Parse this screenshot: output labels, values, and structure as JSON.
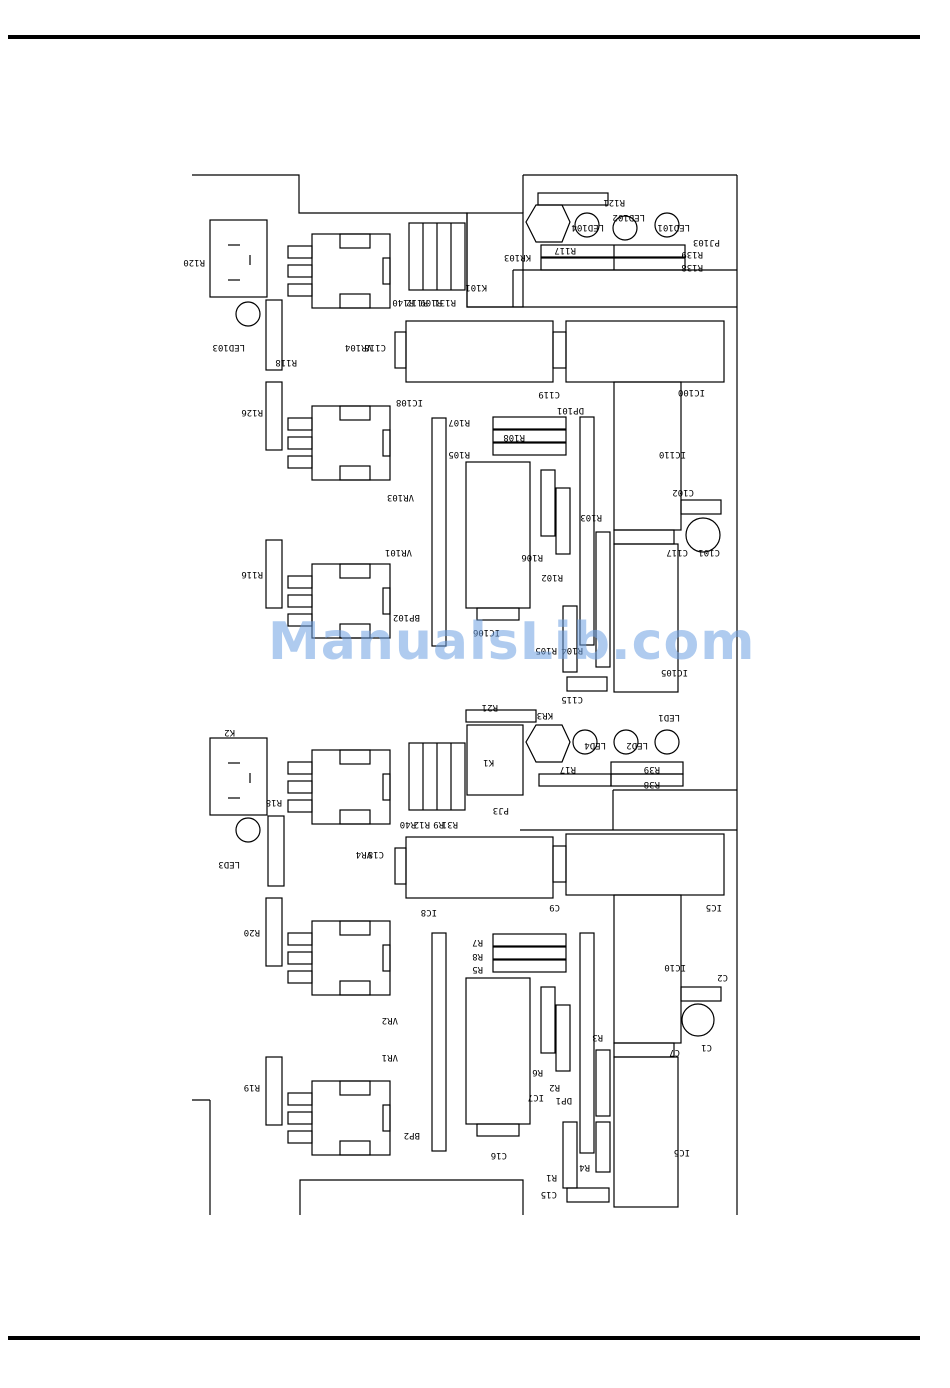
{
  "watermark": "ManualsLib.com",
  "colors": {
    "line": "#000000",
    "watermark": "#6ea0e1",
    "background": "#ffffff"
  },
  "labels": [
    "R121",
    "LED104",
    "LED102",
    "LED101",
    "PJ103",
    "R139",
    "R138",
    "R117",
    "KR103",
    "R120",
    "K101",
    "R140",
    "R112",
    "R109",
    "R131",
    "C118",
    "VR104",
    "LED103",
    "R118",
    "IC108",
    "C119",
    "IC100",
    "DP101",
    "R107",
    "R108",
    "R105",
    "R126",
    "IC110",
    "C102",
    "C101",
    "C117",
    "R103",
    "VR103",
    "VR101",
    "R116",
    "BP102",
    "R106",
    "R102",
    "IC106",
    "R104",
    "R105b",
    "IC105",
    "C115",
    "R21",
    "KR3",
    "LED1",
    "LED4",
    "LED2",
    "K2",
    "K1",
    "R17",
    "R39",
    "R38",
    "R18",
    "PJ3",
    "R40",
    "R12",
    "R9",
    "R31",
    "LED3",
    "C18",
    "VR4",
    "IC8",
    "C9",
    "IC5",
    "R20",
    "R7",
    "R8",
    "R5",
    "IC10",
    "C2",
    "C1",
    "C7",
    "VR2",
    "VR1",
    "R3",
    "R6",
    "R2",
    "DP1",
    "IC7",
    "R19",
    "BP2",
    "C16",
    "R4",
    "R1",
    "C15",
    "IC5b"
  ]
}
